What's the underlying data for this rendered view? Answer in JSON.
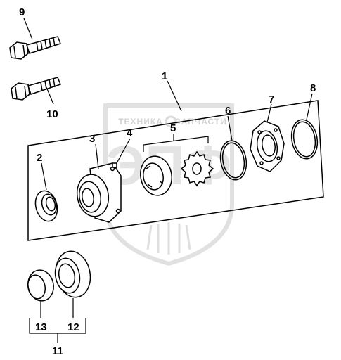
{
  "diagram": {
    "callouts": {
      "c1": "1",
      "c2": "2",
      "c3": "3",
      "c4": "4",
      "c5": "5",
      "c6": "6",
      "c7": "7",
      "c8": "8",
      "c9": "9",
      "c10": "10",
      "c11": "11",
      "c12": "12",
      "c13": "13"
    },
    "watermark": {
      "left": "ТЕХНИКА",
      "right": "ЗАПЧАСТИ",
      "logo": "ЭПФ"
    }
  }
}
